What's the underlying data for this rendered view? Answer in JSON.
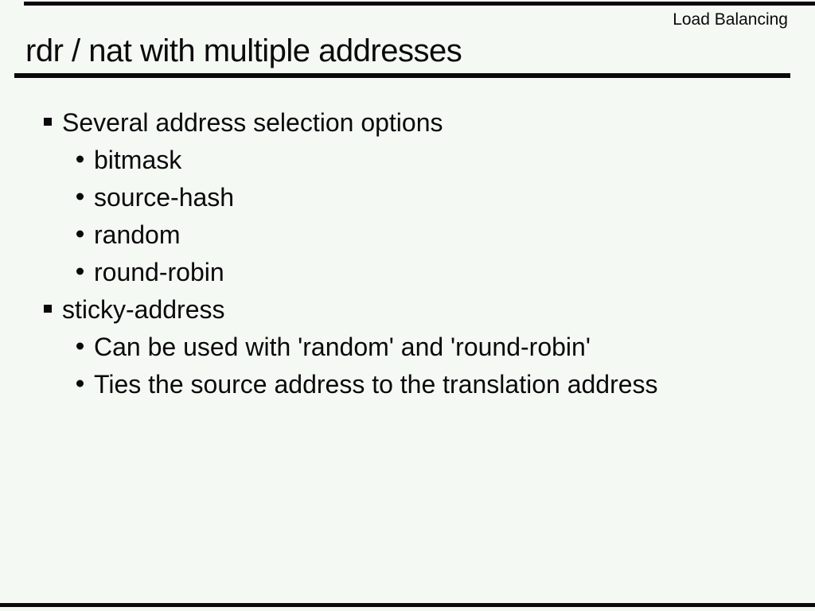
{
  "slide": {
    "category": "Load Balancing",
    "title": "rdr / nat with multiple addresses",
    "colors": {
      "background": "#f4f9f4",
      "text": "#0a0a0a",
      "rule": "#0a0a0a"
    },
    "bullets": [
      {
        "level": 1,
        "text": "Several address selection options"
      },
      {
        "level": 2,
        "text": "bitmask"
      },
      {
        "level": 2,
        "text": "source-hash"
      },
      {
        "level": 2,
        "text": "random"
      },
      {
        "level": 2,
        "text": "round-robin"
      },
      {
        "level": 1,
        "text": "sticky-address"
      },
      {
        "level": 2,
        "text": "Can be used with 'random' and 'round-robin'"
      },
      {
        "level": 2,
        "text": "Ties the source address to the translation address"
      }
    ]
  }
}
